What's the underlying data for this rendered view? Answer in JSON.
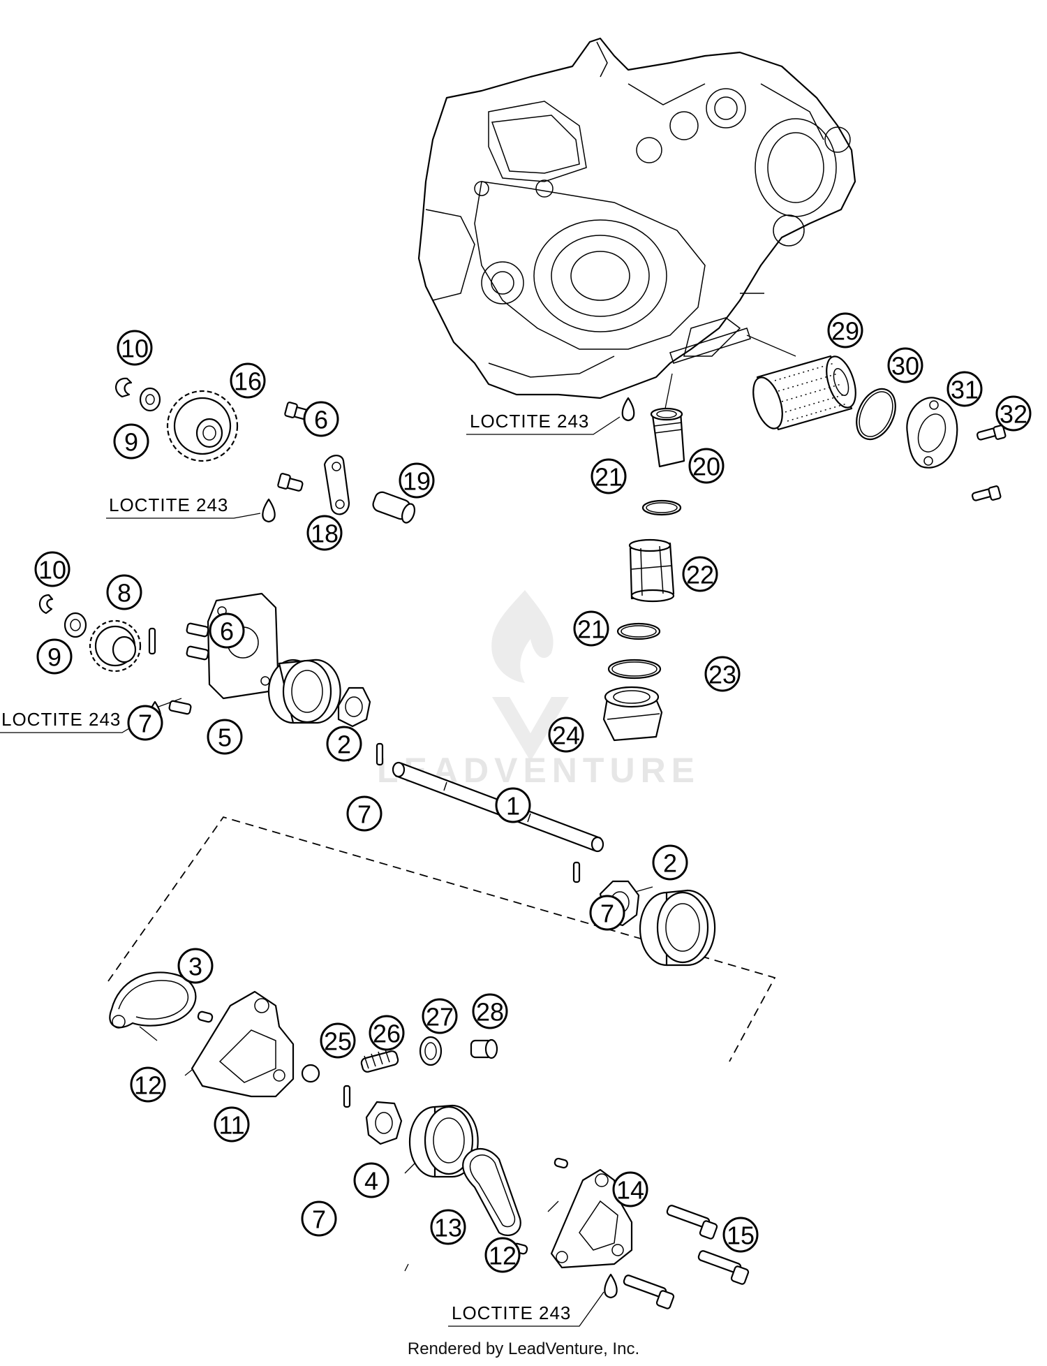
{
  "callouts": [
    {
      "n": "1"
    },
    {
      "n": "2"
    },
    {
      "n": "2"
    },
    {
      "n": "3"
    },
    {
      "n": "4"
    },
    {
      "n": "5"
    },
    {
      "n": "6"
    },
    {
      "n": "6"
    },
    {
      "n": "7"
    },
    {
      "n": "7"
    },
    {
      "n": "7"
    },
    {
      "n": "7"
    },
    {
      "n": "8"
    },
    {
      "n": "9"
    },
    {
      "n": "9"
    },
    {
      "n": "10"
    },
    {
      "n": "10"
    },
    {
      "n": "11"
    },
    {
      "n": "12"
    },
    {
      "n": "12"
    },
    {
      "n": "13"
    },
    {
      "n": "14"
    },
    {
      "n": "15"
    },
    {
      "n": "16"
    },
    {
      "n": "18"
    },
    {
      "n": "19"
    },
    {
      "n": "20"
    },
    {
      "n": "21"
    },
    {
      "n": "21"
    },
    {
      "n": "22"
    },
    {
      "n": "23"
    },
    {
      "n": "24"
    },
    {
      "n": "25"
    },
    {
      "n": "26"
    },
    {
      "n": "27"
    },
    {
      "n": "28"
    },
    {
      "n": "29"
    },
    {
      "n": "30"
    },
    {
      "n": "31"
    },
    {
      "n": "32"
    }
  ],
  "loctite": [
    {
      "label": "LOCTITE 243"
    },
    {
      "label": "LOCTITE 243"
    },
    {
      "label": "LOCTITE 243"
    },
    {
      "label": "LOCTITE 243"
    }
  ],
  "watermark": {
    "text": "LEADVENTURE"
  },
  "footer": {
    "text": "Rendered by LeadVenture, Inc."
  }
}
